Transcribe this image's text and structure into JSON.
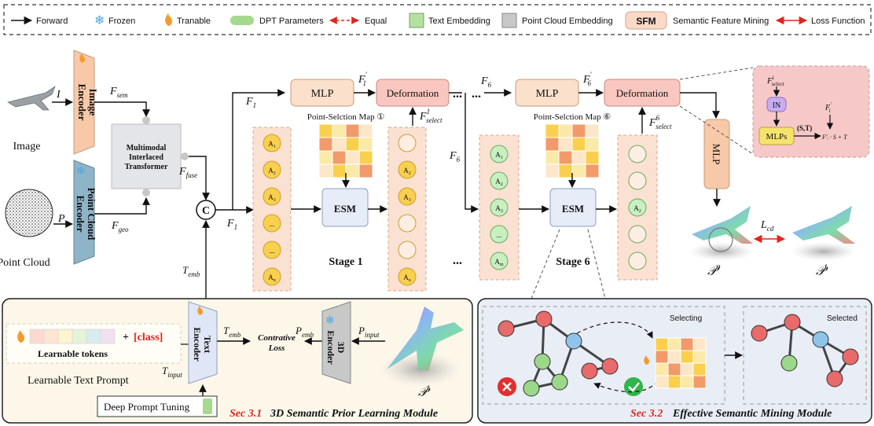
{
  "legend": {
    "forward": "Forward",
    "frozen": "Frozen",
    "trainable": "Tranable",
    "dpt": "DPT Parameters",
    "equal": "Equal",
    "text_embedding": "Text Embedding",
    "point_cloud_embedding": "Point Cloud Embedding",
    "sfm_abbr": "SFM",
    "sfm_label": "Semantic Feature Mining",
    "loss": "Loss Function"
  },
  "inputs": {
    "image_label": "Image",
    "image_symbol": "I",
    "point_cloud_label": "Point Cloud",
    "point_cloud_symbol": "P"
  },
  "encoders": {
    "image_l1": "Image",
    "image_l2": "Encoder",
    "pc_l1": "Point Cloud",
    "pc_l2": "Encoder",
    "text_l1": "Text",
    "text_l2": "Encoder",
    "enc3d_l1": "3D",
    "enc3d_l2": "Encoder"
  },
  "transformer": {
    "l1": "Multimodal",
    "l2": "Interlaced",
    "l3": "Transformer"
  },
  "features": {
    "f_sem": "F",
    "f_sem_sub": "sem",
    "f_geo": "F",
    "f_geo_sub": "geo",
    "f_fuse": "F",
    "f_fuse_sub": "fuse",
    "concat": "C",
    "f1_top": "F",
    "f1_top_sub": "1",
    "f1_mid": "F",
    "f1_mid_sub": "1",
    "f1_prime": "F",
    "f1_prime_sub": "1",
    "f1_prime_mark": "′",
    "f1_select": "F",
    "f1_select_sub": "select",
    "f1_select_sup": "1",
    "f6_top": "F",
    "f6_top_sub": "6",
    "f6_mid": "F",
    "f6_mid_sub": "6",
    "f6_prime": "F",
    "f6_prime_sub": "6",
    "f6_prime_mark": "′",
    "f6_select": "F",
    "f6_select_sub": "select",
    "f6_select_sup": "6",
    "t_emb": "T",
    "t_emb_sub": "emb"
  },
  "stage1": {
    "mlp": "MLP",
    "deformation": "Deformation",
    "map_label": "Point-Selction Map ①",
    "esm": "ESM",
    "stage": "Stage 1",
    "tokens": [
      "A",
      "A",
      "A",
      "...",
      "...",
      "A"
    ],
    "token_subs": [
      "1",
      "2",
      "3",
      "",
      "",
      "n"
    ],
    "selected_tokens": [
      "",
      "A",
      "A",
      "",
      "",
      "A"
    ],
    "selected_subs": [
      "",
      "2",
      "3",
      "",
      "",
      "n"
    ]
  },
  "stage6": {
    "mlp": "MLP",
    "deformation": "Deformation",
    "map_label": "Point-Selction Map ⑥",
    "esm": "ESM",
    "stage": "Stage 6",
    "tokens": [
      "A",
      "A",
      "A",
      "...",
      "A"
    ],
    "token_subs": [
      "1",
      "2",
      "3",
      "",
      "m"
    ],
    "selected_tokens": [
      "",
      "",
      "A",
      "",
      ""
    ],
    "selected_subs": [
      "",
      "",
      "2",
      "",
      ""
    ]
  },
  "dots": "...",
  "output": {
    "mlp": "MLP",
    "loss": "L",
    "loss_sub": "cd",
    "p_out": "𝒫",
    "p_out_sup": "o",
    "p_gt": "𝒫",
    "p_gt_sup": "t"
  },
  "inset": {
    "f_select": "F",
    "f_select_sub": "select",
    "f_select_sup": "i",
    "in": "IN",
    "mlps": "MLPs",
    "st": "(S,T)",
    "f_i": "F",
    "f_i_sub": "i",
    "f_i_sup": "′",
    "formula": "F′ᵢ · S + T"
  },
  "module1": {
    "learnable_tokens": "Learnable tokens",
    "plus": "+",
    "class": "[class]",
    "prompt_label": "Learnable Text Prompt",
    "t_input": "T",
    "t_input_sub": "input",
    "t_emb": "T",
    "t_emb_sub": "emb",
    "p_emb": "P",
    "p_emb_sub": "emb",
    "p_input": "P",
    "p_input_sub": "input",
    "contrastive_l1": "Contrative",
    "contrastive_l2": "Loss",
    "deep_prompt": "Deep Prompt Tuning",
    "pt_label": "𝒫",
    "pt_sup": "t",
    "sec_num": "Sec 3.1",
    "sec_title": "3D Semantic Prior Learning Module"
  },
  "module2": {
    "selecting": "Selecting",
    "selected": "Selected",
    "sec_num": "Sec 3.2",
    "sec_title": "Effective Semantic Mining Module"
  },
  "colors": {
    "image_encoder": "#f7c9a8",
    "pc_encoder": "#8fb3c7",
    "transformer": "#e3e5e8",
    "mlp": "#fbe0cc",
    "deformation": "#f9c7bf",
    "stage_col": "#fbe1d2",
    "token_yellow": "#f9d04e",
    "token_green": "#c7efc0",
    "esm": "#e6ecf8",
    "module1_bg": "#fdf7ea",
    "module2_bg": "#e9edf5",
    "inset_bg": "#f6c8c8",
    "section_red": "#e0261c"
  }
}
